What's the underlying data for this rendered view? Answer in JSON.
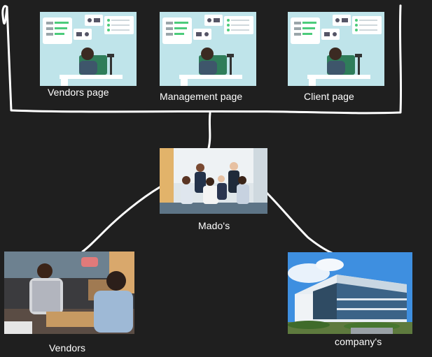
{
  "diagram": {
    "top_pages": [
      {
        "id": "vendors-page",
        "label": "Vendors page",
        "illustration": "desk-worker-icon"
      },
      {
        "id": "management-page",
        "label": "Management page",
        "illustration": "desk-worker-icon"
      },
      {
        "id": "client-page",
        "label": "Client page",
        "illustration": "desk-worker-icon"
      }
    ],
    "center": {
      "label": "Mado's",
      "illustration": "business-team-photo"
    },
    "bottom_left": {
      "label": "Vendors",
      "illustration": "vendors-photo"
    },
    "bottom_right": {
      "label": "company's",
      "illustration": "office-building-photo"
    },
    "colors": {
      "background": "#1f1f1f",
      "stroke": "#ffffff",
      "illustration_bg": "#bfe4ea",
      "accent_green": "#4ccb7b"
    }
  }
}
